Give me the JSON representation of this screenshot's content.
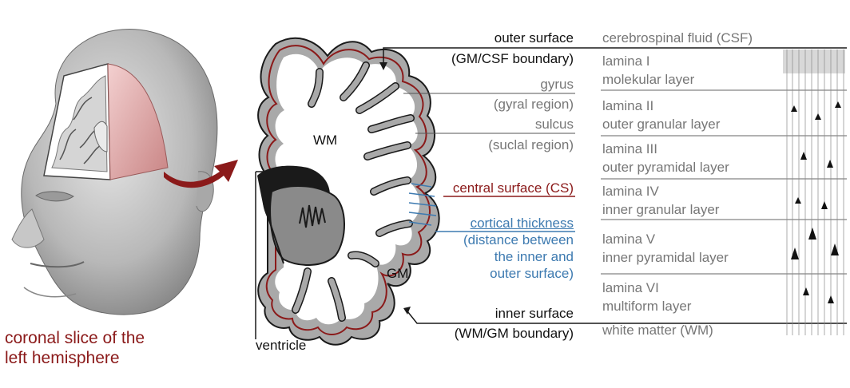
{
  "caption": {
    "line1": "coronal slice of the",
    "line2": "left hemisphere"
  },
  "slice_labels": {
    "wm": "WM",
    "gm": "GM",
    "ventricle": "ventricle"
  },
  "structure_labels": {
    "outer_surface": "outer surface",
    "outer_surface_sub": "(GM/CSF boundary)",
    "gyrus": "gyrus",
    "gyrus_sub": "(gyral region)",
    "sulcus": "sulcus",
    "sulcus_sub": "(suclal region)",
    "central_surface": "central surface (CS)",
    "cortical_thickness": "cortical thickness",
    "cortical_thickness_l2": "(distance between",
    "cortical_thickness_l3": "the inner and",
    "cortical_thickness_l4": "outer surface)",
    "inner_surface": "inner surface",
    "inner_surface_sub": "(WM/GM boundary)"
  },
  "layers": [
    {
      "l1": "cerebrospinal fluid (CSF)",
      "l2": ""
    },
    {
      "l1": "lamina I",
      "l2": "molekular layer"
    },
    {
      "l1": "lamina II",
      "l2": "outer granular layer"
    },
    {
      "l1": "lamina III",
      "l2": "outer pyramidal layer"
    },
    {
      "l1": "lamina IV",
      "l2": "inner granular layer"
    },
    {
      "l1": "lamina  V",
      "l2": "inner pyramidal layer"
    },
    {
      "l1": "lamina VI",
      "l2": "multiform layer"
    },
    {
      "l1": "white matter (WM)",
      "l2": ""
    }
  ],
  "colors": {
    "dark_red": "#8b1a1a",
    "blue": "#3d7ab0",
    "gray_matter": "#a9a9a9",
    "text_gray": "#777777"
  }
}
